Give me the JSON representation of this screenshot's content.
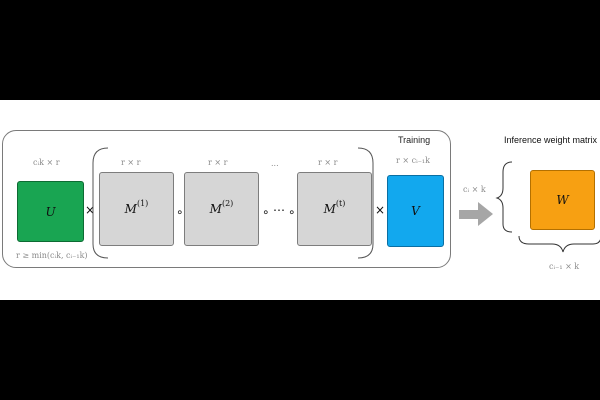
{
  "diagram": {
    "training_title": "Training",
    "inference_title": "Inference weight matrix",
    "matrices": {
      "U": {
        "symbol": "U",
        "size_label": "cᵢk × r",
        "constraint_label": "r ≥ min(cᵢk, cᵢ₋₁k)",
        "color": "#19a552"
      },
      "M1": {
        "symbol": "M",
        "superscript": "(1)",
        "size_label": "r × r",
        "color": "#d6d6d6"
      },
      "M2": {
        "symbol": "M",
        "superscript": "(2)",
        "size_label": "r × r",
        "color": "#d6d6d6"
      },
      "Mt": {
        "symbol": "M",
        "superscript": "(t)",
        "size_label": "r × r",
        "color": "#d6d6d6"
      },
      "V": {
        "symbol": "V",
        "size_label": "r × cᵢ₋₁k",
        "color": "#12a8ee"
      },
      "W": {
        "symbol": "W",
        "left_label": "cᵢ × k",
        "bottom_label": "cᵢ₋₁ × k",
        "color": "#f7a012"
      }
    },
    "operators": {
      "times": "×",
      "hadamard": "∘",
      "dots": "⋯",
      "ellipsis_label": "..."
    },
    "arrow_icon": "right-arrow-icon"
  }
}
